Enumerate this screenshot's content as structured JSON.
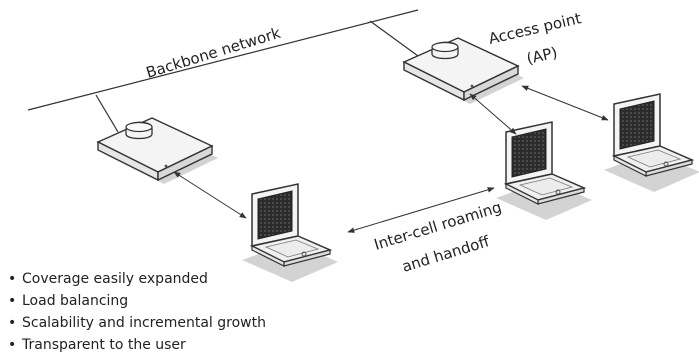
{
  "labels": {
    "backbone": "Backbone network",
    "ap_line1": "Access point",
    "ap_line2": "(AP)",
    "roam_line1": "Inter-cell roaming",
    "roam_line2": "and handoff"
  },
  "bullets": [
    "Coverage easily expanded",
    "Load balancing",
    "Scalability and incremental growth",
    "Transparent to the user"
  ],
  "icons": {
    "access_point": "access-point-icon",
    "laptop": "laptop-icon",
    "arrow": "double-arrow"
  },
  "colors": {
    "line": "#333333",
    "device_body": "#f2f2f2",
    "shadow": "#c8c8c8",
    "screen": "#333333"
  }
}
